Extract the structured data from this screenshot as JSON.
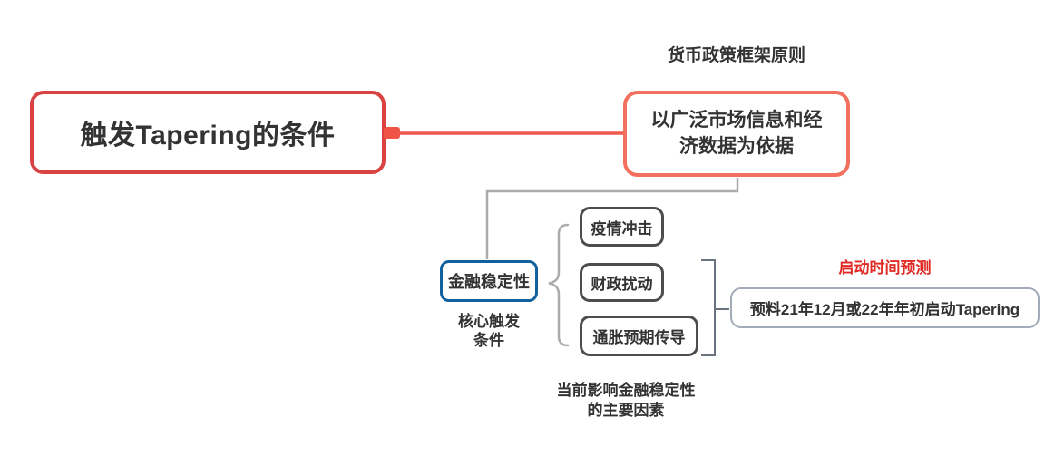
{
  "diagram": {
    "root": {
      "label": "触发Tapering的条件"
    },
    "framework": {
      "title": "货币政策框架原则",
      "box_lines": [
        "以广泛市场信息和经",
        "济数据为依据"
      ]
    },
    "financial_stability": {
      "box": "金融稳定性",
      "note_lines": [
        "核心触发",
        "条件"
      ]
    },
    "factors": {
      "items": [
        "疫情冲击",
        "财政扰动",
        "通胀预期传导"
      ],
      "note_lines": [
        "当前影响金融稳定性",
        "的主要因素"
      ]
    },
    "prediction": {
      "title": "启动时间预测",
      "box": "预料21年12月或22年年初启动Tapering"
    },
    "colors": {
      "root_border": "#d94343",
      "framework_border": "#f4705e",
      "connector_red": "#f0594e",
      "collapse_handle": "#ef5348",
      "financial_border": "#11619e",
      "factor_border": "#4d4d4d",
      "prediction_border": "#a3abb8",
      "prediction_title_red": "#e02b24",
      "brace_gray": "#ababab",
      "bracket_gray": "#6b7280",
      "text": "#333333",
      "background": "#ffffff"
    }
  }
}
